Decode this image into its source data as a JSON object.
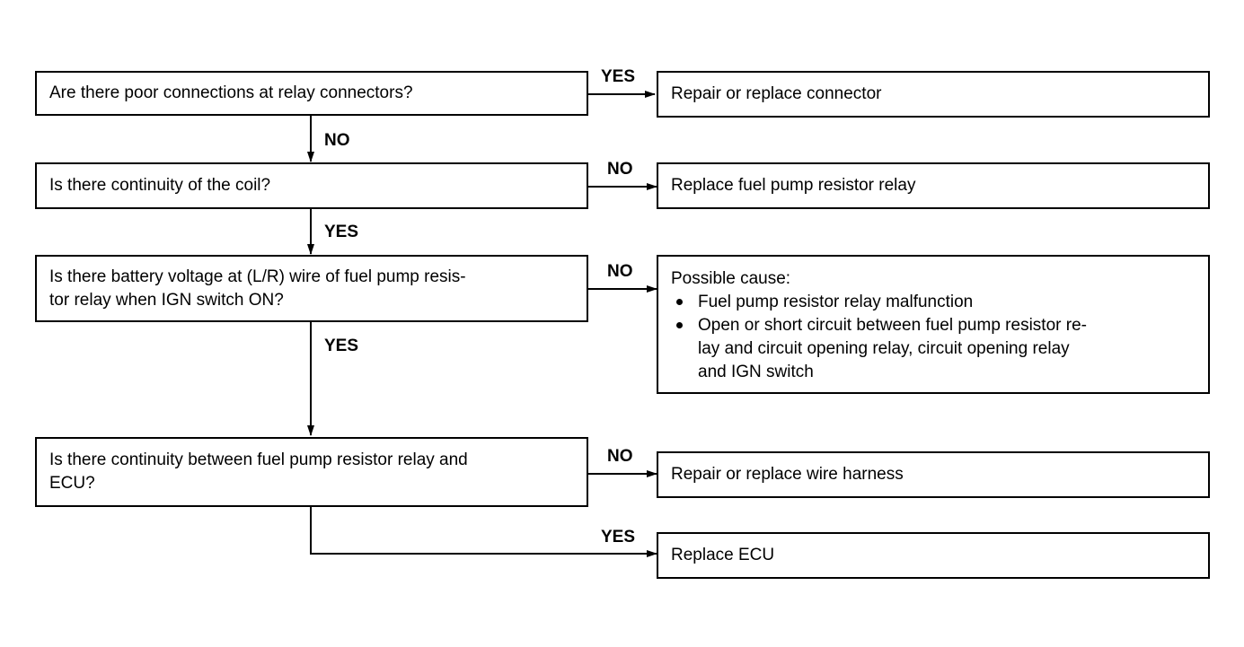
{
  "questions": {
    "q1": "Are there poor connections at relay connectors?",
    "q2": "Is there continuity of the coil?",
    "q3": [
      "Is there battery voltage at (L/R) wire of fuel pump resis-",
      "tor relay when IGN switch ON?"
    ],
    "q4": [
      "Is there continuity between fuel pump resistor relay and",
      "ECU?"
    ]
  },
  "results": {
    "r1": "Repair or replace connector",
    "r2": "Replace fuel pump resistor relay",
    "r3": {
      "heading": "Possible cause:",
      "items": [
        [
          "Fuel pump resistor relay malfunction"
        ],
        [
          "Open or short circuit between fuel pump resistor re-",
          "lay and circuit opening relay, circuit opening relay",
          "and IGN switch"
        ]
      ]
    },
    "r4": "Repair or replace wire harness",
    "r5": "Replace ECU"
  },
  "labels": {
    "q1_yes": "YES",
    "q1_no": "NO",
    "q2_no": "NO",
    "q2_yes": "YES",
    "q3_no": "NO",
    "q3_yes": "YES",
    "q4_no": "NO",
    "q4_yes": "YES"
  }
}
